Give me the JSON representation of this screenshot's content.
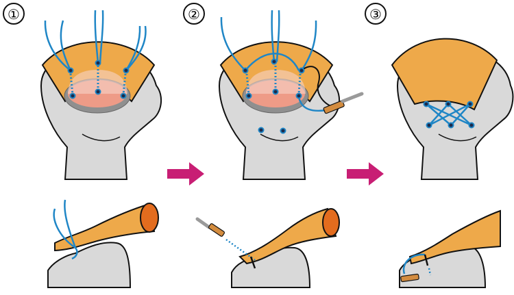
{
  "steps": [
    {
      "label": "①"
    },
    {
      "label": "②"
    },
    {
      "label": "③"
    }
  ],
  "colors": {
    "bone": "#d9d9d9",
    "outline": "#111111",
    "tendon": "#eea94a",
    "tendon_end": "#e36c1e",
    "footprint": "#ee9b87",
    "footprint_rim": "#8f8f8f",
    "suture": "#1f86c6",
    "arrow": "#c81e74",
    "anchor": "#d38c3f",
    "inserter": "#9a9a9a"
  },
  "icons": [
    "arrow-right-icon",
    "arrow-right-icon"
  ]
}
